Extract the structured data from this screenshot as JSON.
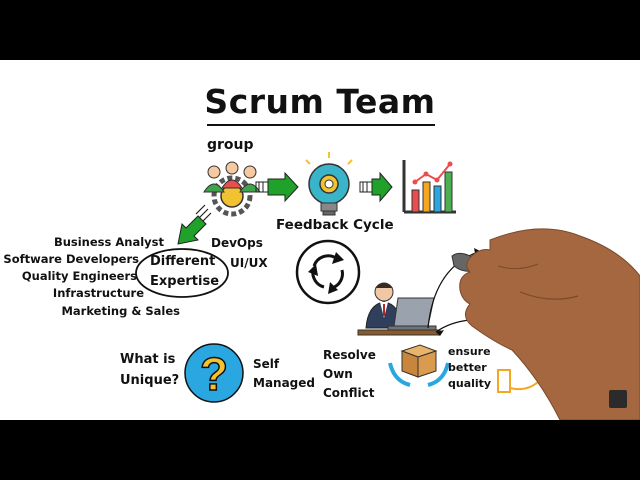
{
  "title": "Scrum Team",
  "group_label": "group",
  "feedback_label": "Feedback Cycle",
  "roles": [
    "Business Analyst",
    "Software Developers",
    "Quality Engineers",
    "Infrastructure",
    "Marketing & Sales"
  ],
  "roles_right": [
    "DevOps",
    "UI/UX"
  ],
  "expertise_line1": "Different",
  "expertise_line2": "Expertise",
  "unique_line1": "What is",
  "unique_line2": "Unique?",
  "self_line1": "Self",
  "self_line2": "Managed",
  "resolve_line1": "Resolve",
  "resolve_line2": "Own",
  "resolve_line3": "Conflict",
  "quality_line1": "ensure",
  "quality_line2": "better",
  "quality_line3": "quality",
  "colors": {
    "arrow_green": "#1fa12a",
    "question_blue": "#2aa7e0",
    "question_yellow": "#f2c230",
    "bulb_teal": "#39b4c9",
    "chart_bars": [
      "#e94e4e",
      "#f5a623",
      "#2aa7e0",
      "#4caf50"
    ]
  },
  "icons": [
    "people-gear-icon",
    "lightbulb-gear-icon",
    "bar-chart-icon",
    "cycle-arrows-icon",
    "question-mark-icon",
    "box-hands-icon",
    "businessman-laptop-icon",
    "hand-marker-icon"
  ]
}
